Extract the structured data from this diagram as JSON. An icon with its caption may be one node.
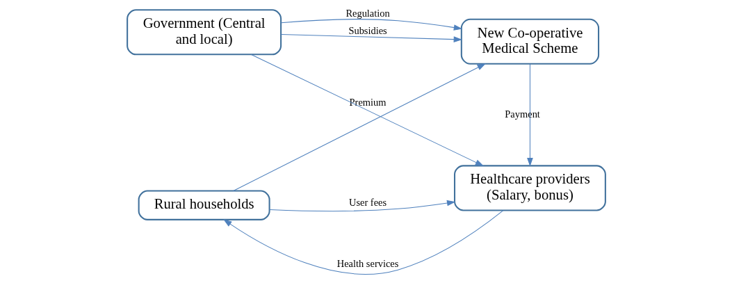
{
  "diagram": {
    "nodes": [
      {
        "text": [
          "Rural households"
        ]
      },
      {
        "text": [
          "Healthcare providers (Salary, bonus)"
        ]
      },
      {
        "text": [
          "Government (Central and local)"
        ]
      },
      {
        "text": [
          "New Co-operative Medical Scheme"
        ]
      }
    ],
    "edges": [
      {
        "from": 1,
        "to": 0,
        "arrow": "to",
        "label": "Health services"
      },
      {
        "from": 0,
        "to": 1,
        "arrow": "to",
        "label": "User fees"
      },
      {
        "from": 0,
        "to": 3,
        "arrow": "to",
        "label": "Premium"
      },
      {
        "from": 2,
        "to": 3,
        "arrow": "to",
        "label": "Subsidies"
      },
      {
        "from": 3,
        "to": 1,
        "arrow": "to",
        "label": "Payment"
      },
      {
        "from": 2,
        "to": 3,
        "arrow": "to",
        "label": "Regulation"
      },
      {
        "from": 2,
        "to": 1,
        "arrow": "to"
      }
    ]
  }
}
